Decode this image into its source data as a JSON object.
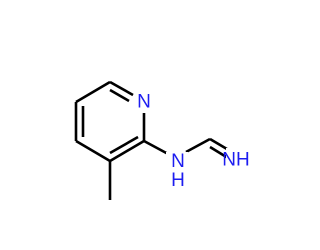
{
  "molecule": {
    "atoms": [
      {
        "id": "ring-n",
        "symbol": "N",
        "color": "#1c1cf0"
      },
      {
        "id": "amine-n",
        "symbol": "NH",
        "color": "#1c1cf0"
      },
      {
        "id": "imine-n",
        "symbol": "NH",
        "color": "#1c1cf0"
      }
    ],
    "colors": {
      "bond": "#000000",
      "heteroatom": "#1c1cf0",
      "background": "#ffffff"
    }
  }
}
